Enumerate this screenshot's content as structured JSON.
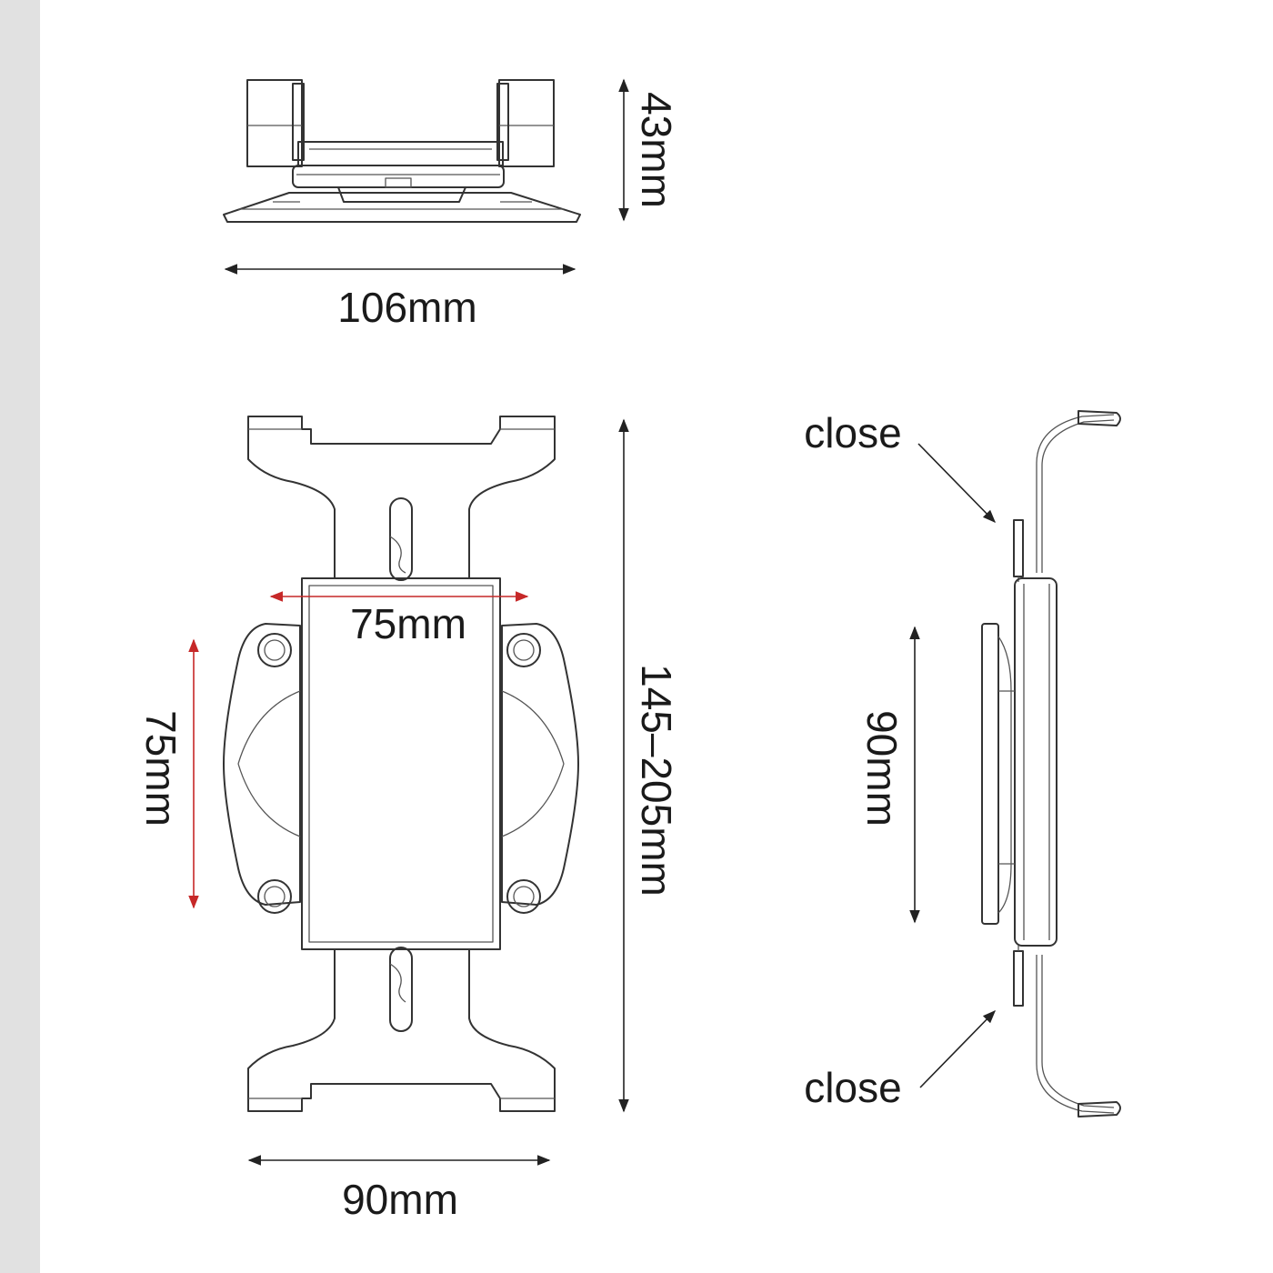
{
  "colors": {
    "background": "#ffffff",
    "side_strip": "#e1e1e1",
    "line": "#333333",
    "highlight_dimension": "#c62828"
  },
  "top_view": {
    "height_label": "43mm",
    "width_label": "106mm"
  },
  "front_view": {
    "clamp_range_label": "145–205mm",
    "width_label": "90mm",
    "vesa_horizontal_label": "75mm",
    "vesa_vertical_label": "75mm"
  },
  "side_view": {
    "height_label": "90mm",
    "top_callout": "close",
    "bottom_callout": "close"
  }
}
